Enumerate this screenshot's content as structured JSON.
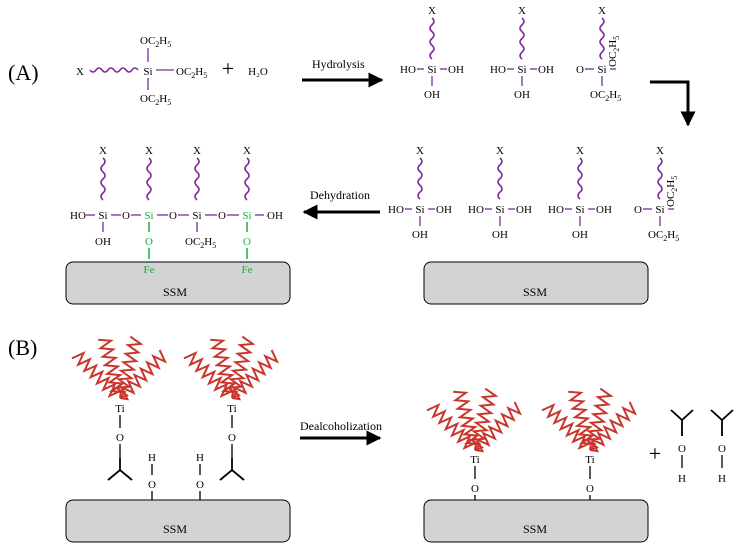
{
  "panels": {
    "a": "(A)",
    "b": "(B)"
  },
  "steps": {
    "hydrolysis": "Hydrolysis",
    "dehydration": "Dehydration",
    "dealcoholization": "Dealcoholization"
  },
  "atoms": {
    "x": "X",
    "si": "Si",
    "oh": "OH",
    "ho": "HO",
    "o": "O",
    "h": "H",
    "fe": "Fe",
    "ti": "Ti",
    "oc2h5": "OC₂H₅",
    "h2o": "H₂O",
    "plus": "+"
  },
  "substrate": "SSM",
  "colors": {
    "chain": "#7b2d9b",
    "bond_to_surface": "#1faa3c",
    "titania_chain": "#c8372d",
    "substrate_fill": "#d3d3d3"
  }
}
